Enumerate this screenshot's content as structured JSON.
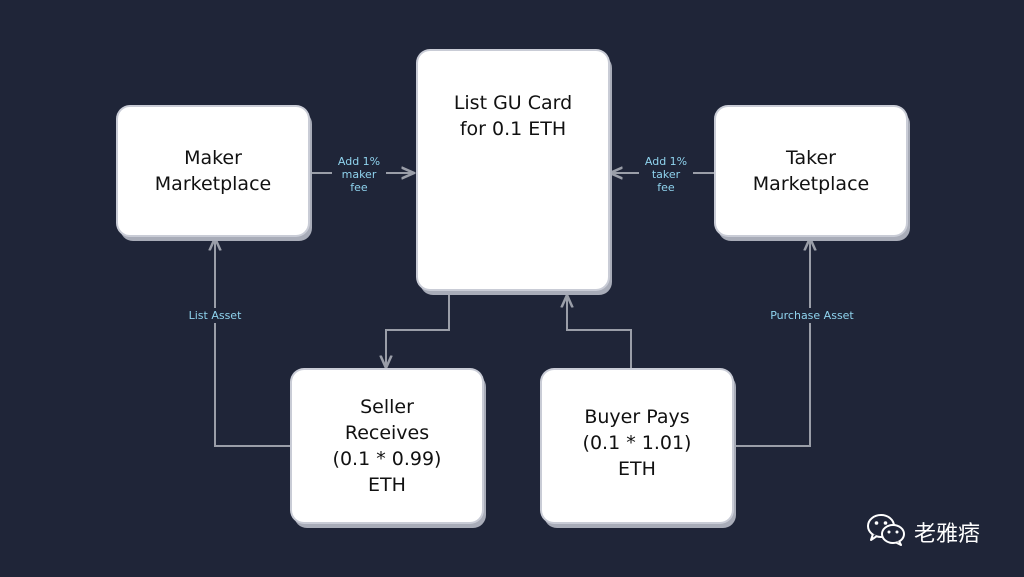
{
  "nodes": {
    "maker": "Maker\nMarketplace",
    "listing": "List GU Card\nfor 0.1 ETH",
    "taker": "Taker\nMarketplace",
    "seller": "Seller\nReceives\n(0.1 * 0.99)\nETH",
    "buyer": "Buyer Pays\n(0.1 * 1.01)\nETH"
  },
  "edge_labels": {
    "maker_fee": "Add 1%\nmaker\nfee",
    "taker_fee": "Add 1%\ntaker\nfee",
    "list_asset": "List Asset",
    "purchase_asset": "Purchase Asset"
  },
  "watermark": {
    "text": "老雅痞",
    "icon": "wechat-icon"
  },
  "colors": {
    "background": "#1f2538",
    "box": "#ffffff",
    "connector": "#9a9ea8",
    "label": "#8fd3ee"
  }
}
